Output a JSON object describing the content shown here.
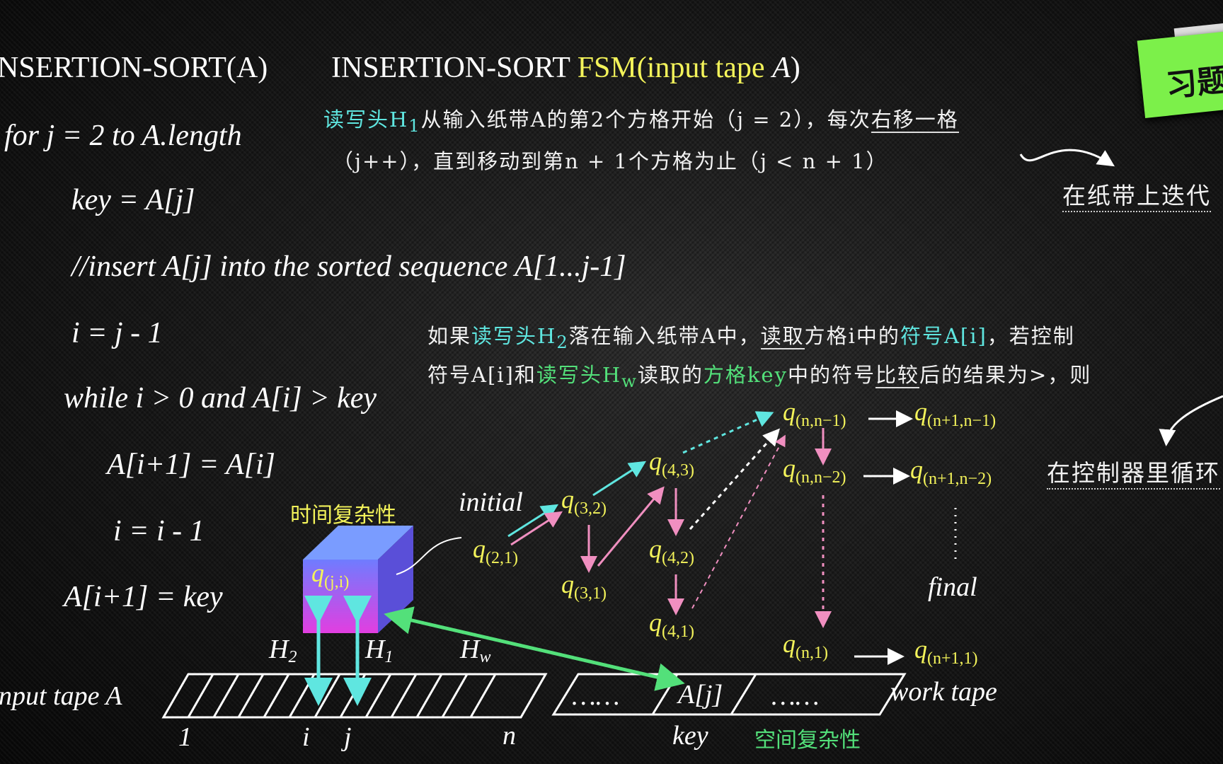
{
  "pseudocode": {
    "title": "NSERTION-SORT(A)",
    "lines": [
      "for j = 2 to A.length",
      "key = A[j]",
      "//insert A[j] into the sorted sequence A[1...j-1]",
      "i = j - 1",
      "while i > 0 and A[i] > key",
      "A[i+1] = A[i]",
      "i = i - 1",
      "A[i+1] = key"
    ]
  },
  "fsm_title": {
    "prefix": "INSERTION-SORT ",
    "fsm": "FSM(",
    "arg": "input tape ",
    "a": "A",
    ")": ")"
  },
  "note1": {
    "head": "读写头H",
    "sub": "1",
    "rest": "从输入纸带A的第2个方格开始（j = 2），每次",
    "ul": "右移一格",
    "line2": "（j++），直到移动到第n + 1个方格为止（j < n + 1）"
  },
  "side1": "在纸带上迭代",
  "note2": {
    "p1": "如果",
    "h": "读写头H",
    "hsub": "2",
    "p2": "落在输入纸带A中，",
    "ul1": "读取",
    "p3": "方格i中的",
    "sym": "符号A[i]",
    "p4": "，若控制",
    "l2a": "符号A[i]和",
    "h2": "读写头H",
    "h2sub": "w",
    "l2b": "读取的",
    "box": "方格key",
    "l2c": "中的符号",
    "ul2": "比较",
    "l2d": "后的结果为>，则"
  },
  "side2": "在控制器里循环",
  "sticky": "习题",
  "states": {
    "q21": "(2,1)",
    "q32": "(3,2)",
    "q31": "(3,1)",
    "q43": "(4,3)",
    "q42": "(4,2)",
    "q41": "(4,1)",
    "qnn1": "(n,n−1)",
    "qn1n1": "(n+1,n−1)",
    "qnn2": "(n,n−2)",
    "qn1n2": "(n+1,n−2)",
    "qn1": "(n,1)",
    "qn11": "(n+1,1)",
    "qji": "(j,i)",
    "q": "q"
  },
  "labels": {
    "initial": "initial",
    "final": "final",
    "time": "时间复杂性",
    "space": "空间复杂性",
    "input_tape": "nput tape A",
    "work_tape": "work tape",
    "H2": "H",
    "H2s": "2",
    "H1": "H",
    "H1s": "1",
    "Hw": "H",
    "Hws": "w",
    "one": "1",
    "i": "i",
    "j": "j",
    "n": "n",
    "key": "key",
    "Aj": "A[j]",
    "dots1": "……",
    "dots2": "……"
  },
  "colors": {
    "state": "#f3f35a",
    "cyan": "#5fe6e0",
    "green": "#53e07a",
    "pink": "#f08fc0"
  }
}
